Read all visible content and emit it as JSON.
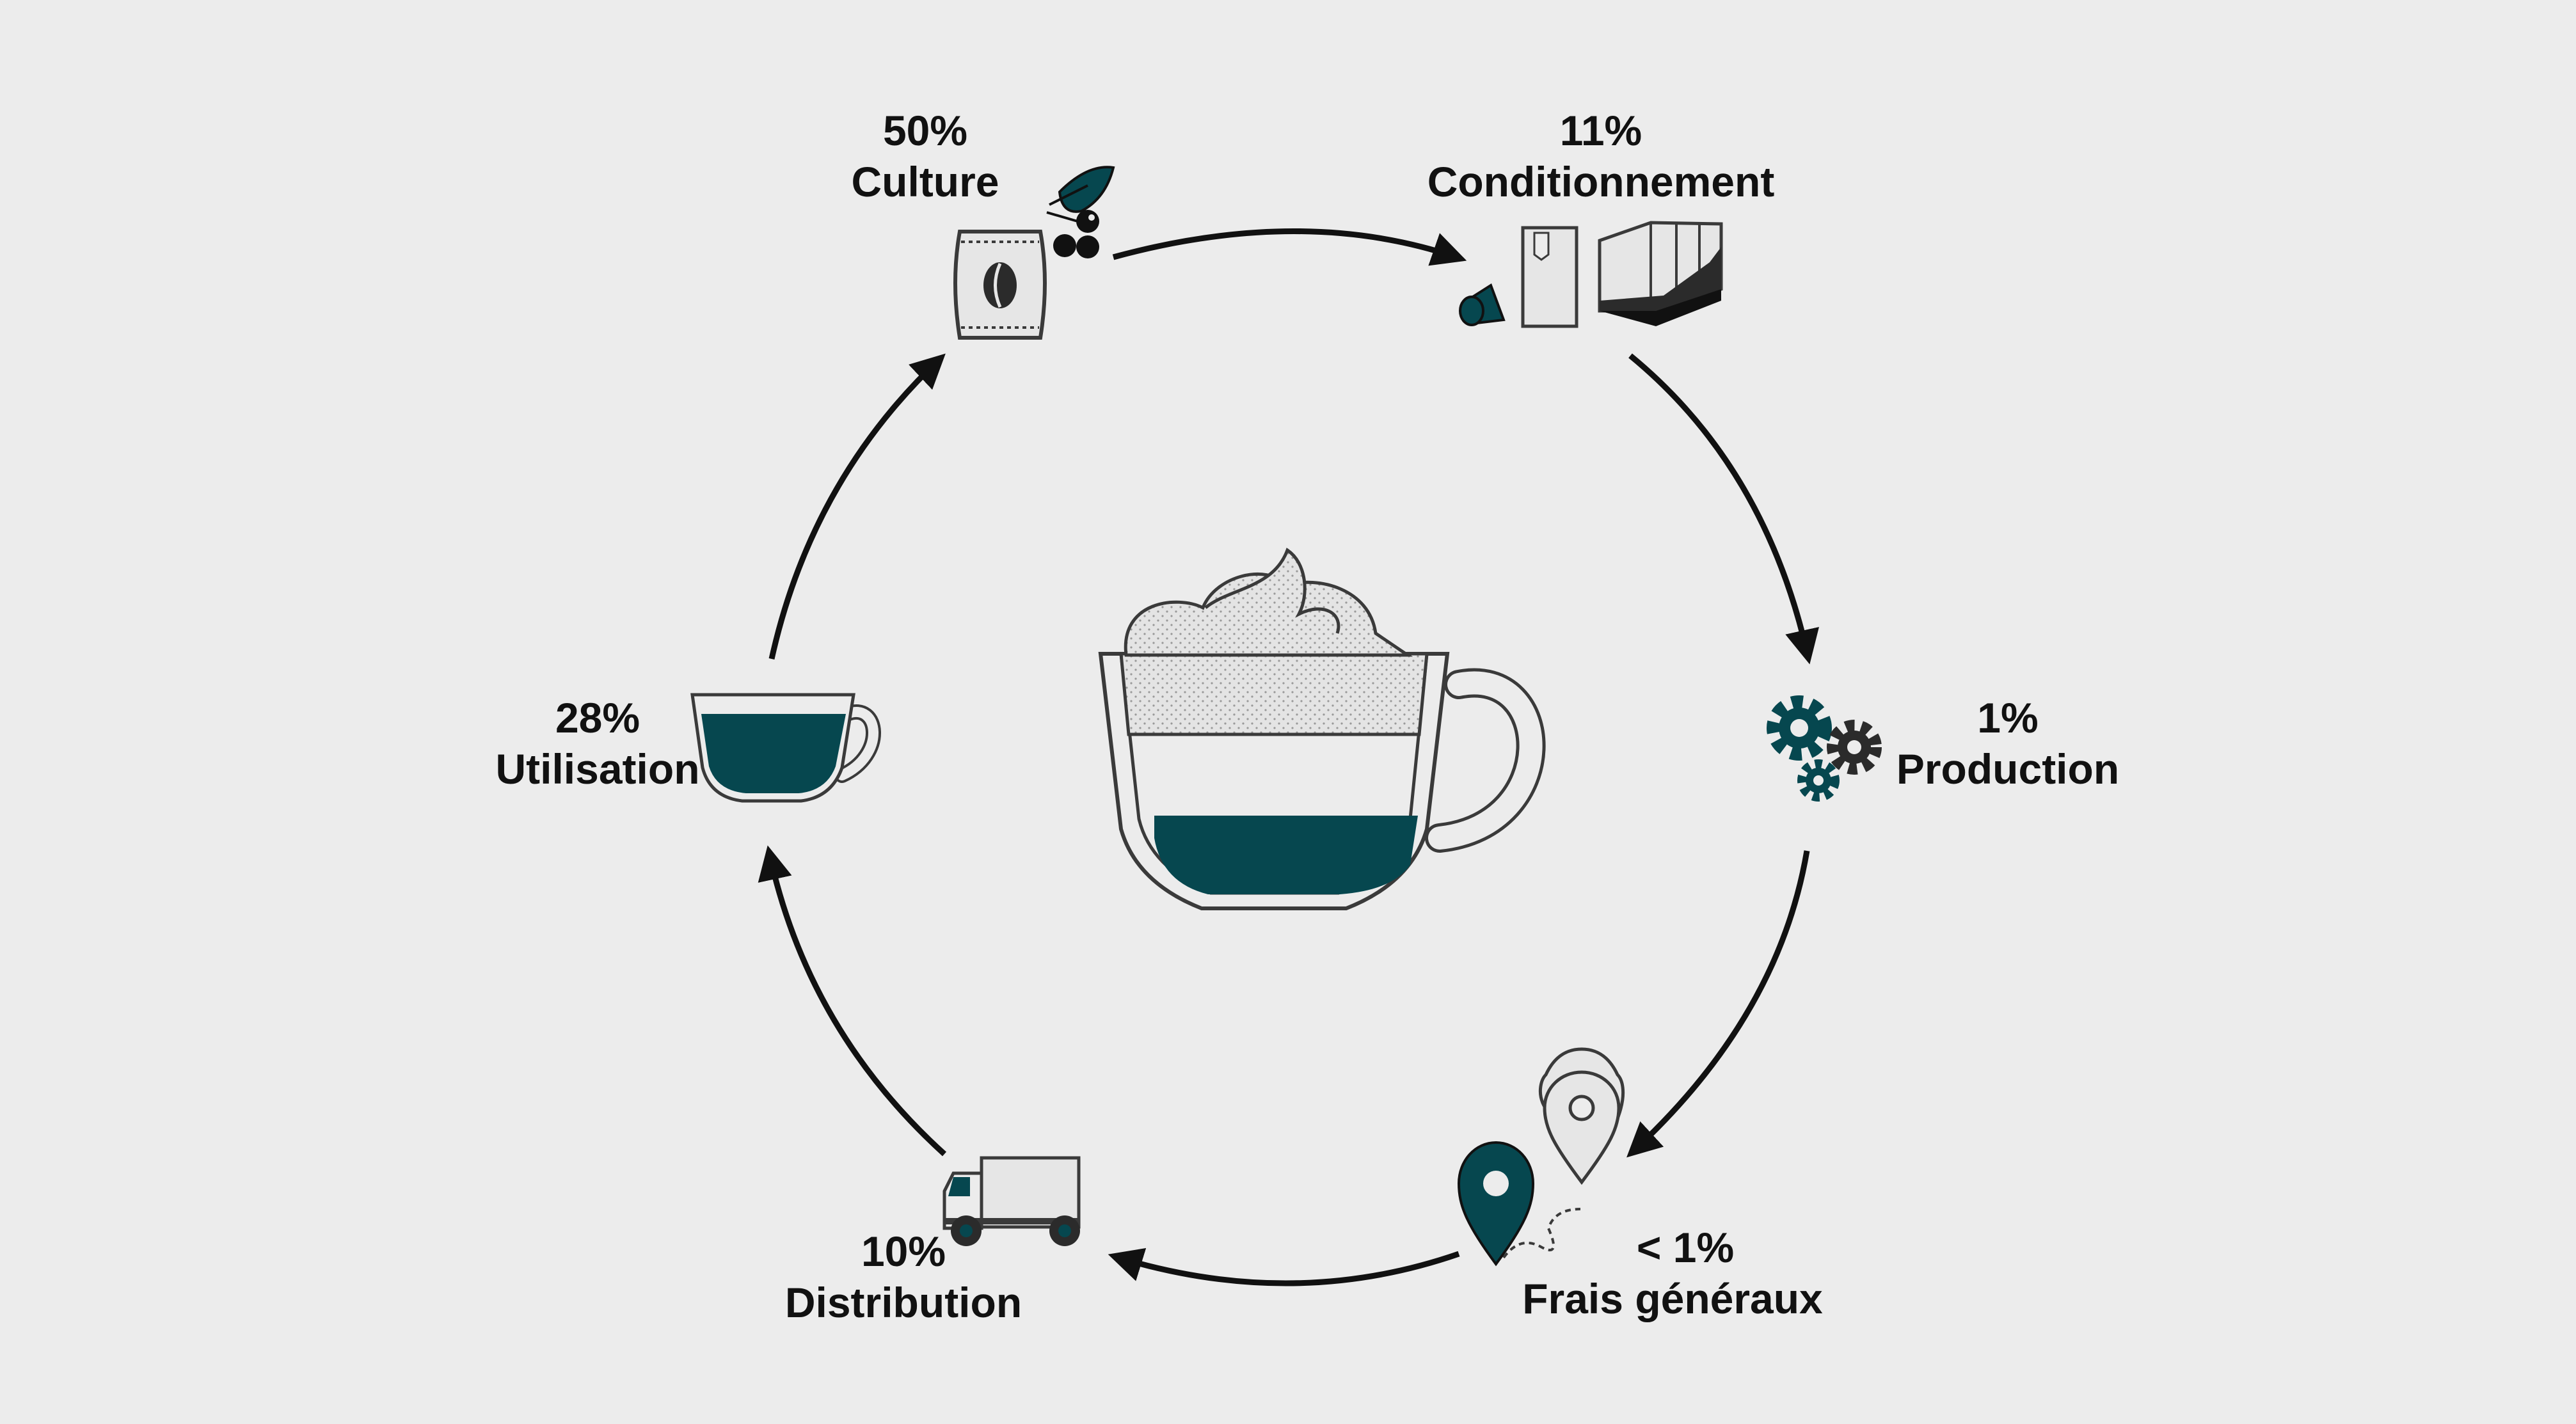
{
  "diagram": {
    "colors": {
      "background": "#ececec",
      "accent": "#06474f",
      "line": "#111111",
      "outline": "#3a3a3a",
      "light_fill": "#e6e6e6",
      "dark_gear": "#2b2b2b"
    },
    "steps": [
      {
        "id": "culture",
        "percent": "50%",
        "label": "Culture",
        "icon": "coffee-bag-and-berries-icon"
      },
      {
        "id": "conditionnement",
        "percent": "11%",
        "label": "Conditionnement",
        "icon": "capsule-and-boxes-icon"
      },
      {
        "id": "production",
        "percent": "1%",
        "label": "Production",
        "icon": "gears-icon"
      },
      {
        "id": "frais",
        "percent": "< 1%",
        "label": "Frais généraux",
        "icon": "map-pins-icon"
      },
      {
        "id": "distribution",
        "percent": "10%",
        "label": "Distribution",
        "icon": "truck-icon"
      },
      {
        "id": "utilisation",
        "percent": "28%",
        "label": "Utilisation",
        "icon": "espresso-cup-icon"
      }
    ],
    "center_icon": "cappuccino-cup-icon"
  }
}
